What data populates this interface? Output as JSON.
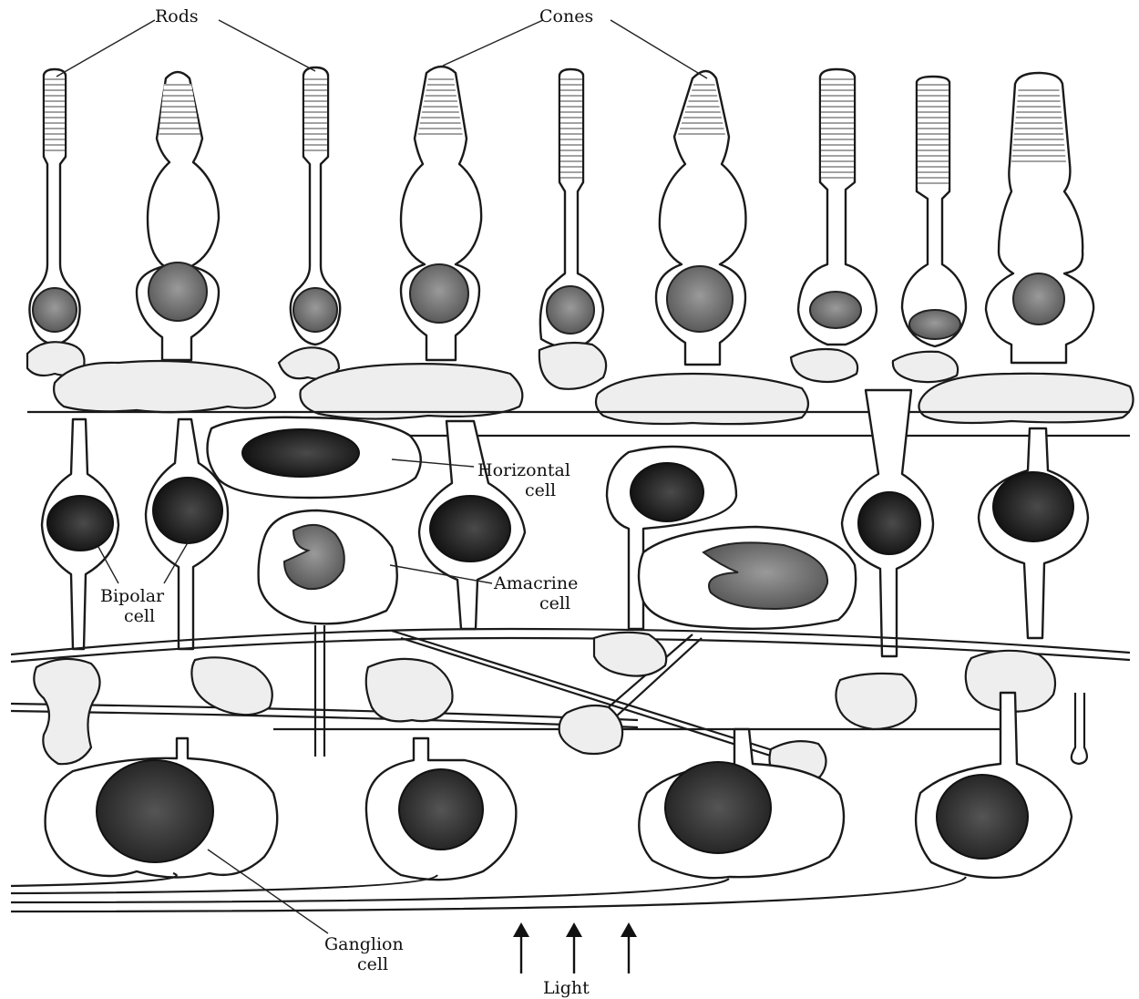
{
  "labels": {
    "rods": "Rods",
    "cones": "Cones",
    "horizontal_line1": "Horizontal",
    "horizontal_line2": "cell",
    "amacrine_line1": "Amacrine",
    "amacrine_line2": "cell",
    "bipolar_line1": "Bipolar",
    "bipolar_line2": "cell",
    "ganglion_line1": "Ganglion",
    "ganglion_line2": "cell",
    "light": "Light"
  }
}
